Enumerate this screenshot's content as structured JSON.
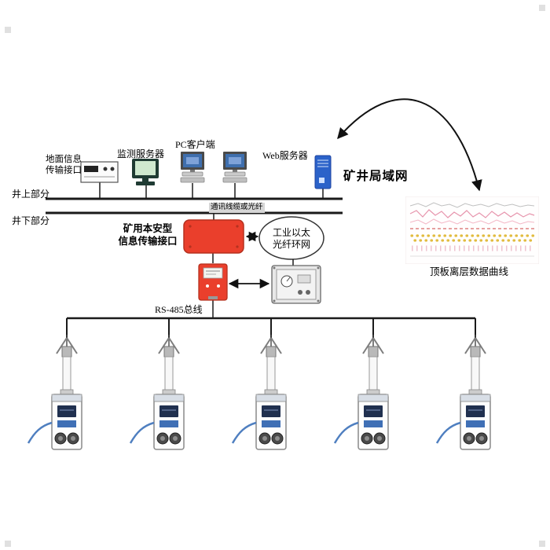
{
  "colors": {
    "device_red": "#ea3f2c",
    "server_blue": "#2b62c9",
    "sensor_blue": "#3f6fb5",
    "line_black": "#1a1a1a",
    "chart_pink": "#e795ad",
    "chart_yellow": "#e2bc3f"
  },
  "labels": {
    "surface_section": "井上部分",
    "underground_section": "井下部分",
    "ground_interface": "地面信息\n传输接口",
    "monitor_server": "监测服务器",
    "pc_client": "PC客户端",
    "web_server": "Web服务器",
    "mine_lan": "矿井局域网",
    "comm_cable": "通讯线缆或光纤",
    "safe_interface": "矿用本安型\n信息传输接口",
    "industrial_ring": "工业以太\n光纤环网",
    "rs485_bus": "RS-485总线",
    "chart_caption": "顶板离层数据曲线"
  }
}
